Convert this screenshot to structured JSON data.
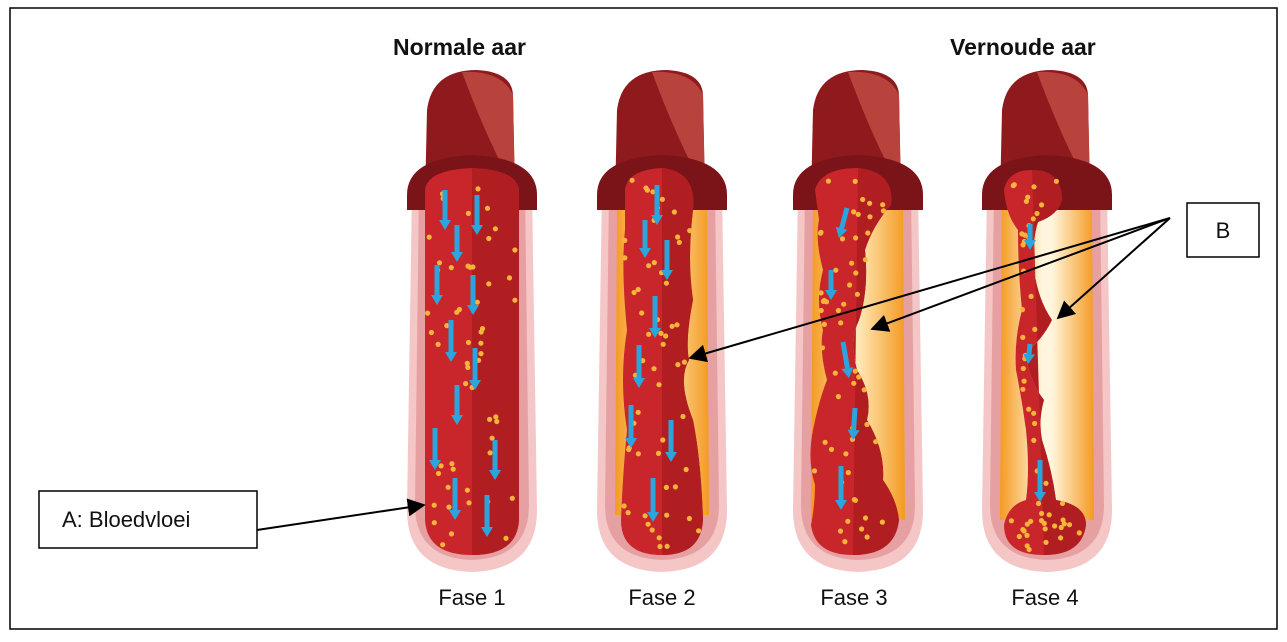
{
  "titles": {
    "normal": "Normale aar",
    "aged": "Vernoude aar"
  },
  "phases": [
    "Fase 1",
    "Fase 2",
    "Fase 3",
    "Fase 4"
  ],
  "labels": {
    "a": "A: Bloedvloei",
    "b": "B"
  },
  "colors": {
    "frame": "#000000",
    "outer_wall": "#f4c7c7",
    "cap_dark": "#8e1a1e",
    "cap_light": "#b8423c",
    "blood": "#c8262a",
    "blood_dark": "#a81c20",
    "plaque": "#f7a632",
    "plaque_light": "#fff2cf",
    "cells": "#f6b43a",
    "flow_arrow": "#2aa6dc"
  }
}
